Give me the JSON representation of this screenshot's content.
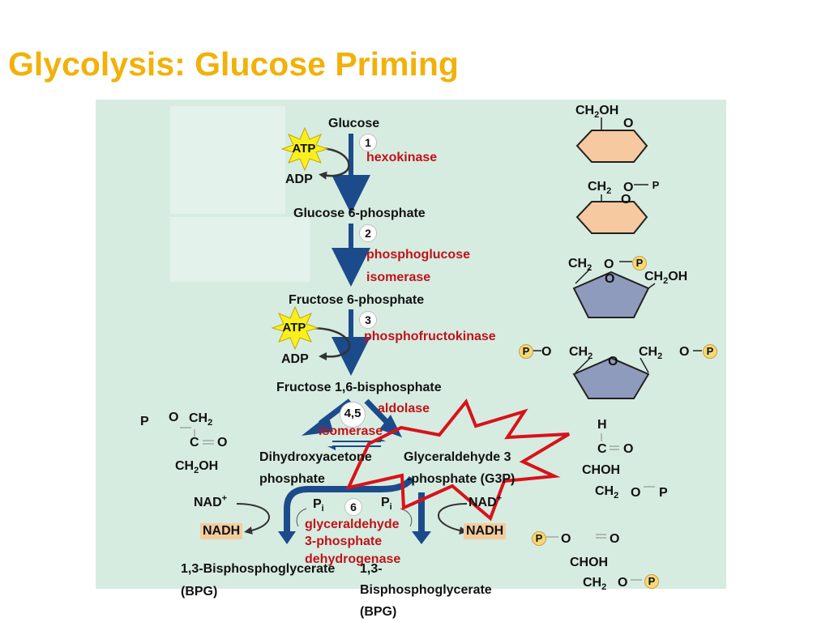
{
  "slide": {
    "title": "Glycolysis: Glucose Priming"
  },
  "pathway": {
    "glucose": "Glucose",
    "step1": {
      "number": "1",
      "enzyme": "hexokinase",
      "atp": "ATP",
      "adp": "ADP"
    },
    "g6p": "Glucose 6-phosphate",
    "step2": {
      "number": "2",
      "enzyme_line1": "phosphoglucose",
      "enzyme_line2": "isomerase"
    },
    "f6p": "Fructose 6-phosphate",
    "step3": {
      "number": "3",
      "enzyme": "phosphofructokinase",
      "atp": "ATP",
      "adp": "ADP"
    },
    "f16bp": "Fructose 1,6-bisphosphate",
    "step45": {
      "number": "4,5",
      "enzyme1": "aldolase",
      "enzyme2": "isomerase"
    },
    "dhap_line1": "Dihydroxyacetone",
    "dhap_line2": "phosphate",
    "g3p_line1": "Glyceraldehyde 3",
    "g3p_line2": "-phosphate (G3P)",
    "step6": {
      "number": "6",
      "enzyme_line1": "glyceraldehyde",
      "enzyme_line2": "3-phosphate",
      "enzyme_line3": "dehydrogenase",
      "pi": "P",
      "pi_sub": "i",
      "nad": "NAD",
      "nad_sup": "+",
      "nadh": "NADH"
    },
    "bpg_left_line1": "1,3-Bisphosphoglycerate",
    "bpg_left_line2": "(BPG)",
    "bpg_right_line1": "1,3-",
    "bpg_right_line2": "Bisphosphoglycerate",
    "bpg_right_line3": "(BPG)"
  },
  "structures": {
    "ch2": "CH",
    "two": "2",
    "o": "O",
    "p": "P",
    "oh": "OH",
    "h": "H",
    "c": "C",
    "choh": "CHOH"
  },
  "colors": {
    "title": "#f2b10a",
    "enzyme": "#c0121a",
    "arrow": "#1c4b8c",
    "atp_star": "#f7f01e",
    "phosphate": "#f6d879",
    "glucose_ring": "#f7c9a0",
    "fructose_ring": "#8f9bbd",
    "nadh_box": "#f3cc9e",
    "burst": "#d8121a"
  }
}
